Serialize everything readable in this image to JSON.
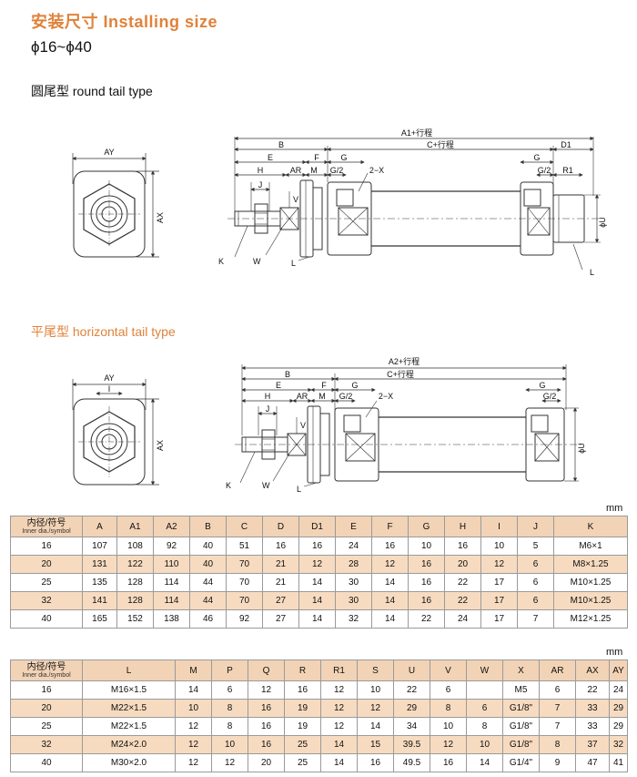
{
  "title": "安装尺寸 Installing size",
  "size_range": "ϕ16~ϕ40",
  "sections": {
    "round": "圆尾型 round tail type",
    "horizontal": "平尾型 horizontal tail type"
  },
  "drawing_labels": {
    "AY": "AY",
    "AX": "AX",
    "I": "I",
    "A1": "A1+行程",
    "A2": "A2+行程",
    "C": "C+行程",
    "B": "B",
    "D1": "D1",
    "E": "E",
    "F": "F",
    "H": "H",
    "J": "J",
    "AR": "AR",
    "M": "M",
    "G": "G",
    "G2": "G/2",
    "X": "2−X",
    "R1": "R1",
    "U": "ϕU",
    "V": "V",
    "K": "K",
    "W": "W",
    "L": "L"
  },
  "unit": "mm",
  "table1": {
    "symbol_label": "内径/符号",
    "symbol_label_en": "Inner dia./symbol",
    "headers": [
      "A",
      "A1",
      "A2",
      "B",
      "C",
      "D",
      "D1",
      "E",
      "F",
      "G",
      "H",
      "I",
      "J",
      "K"
    ],
    "rows": [
      [
        "16",
        "107",
        "108",
        "92",
        "40",
        "51",
        "16",
        "16",
        "24",
        "16",
        "10",
        "16",
        "10",
        "5",
        "M6×1"
      ],
      [
        "20",
        "131",
        "122",
        "110",
        "40",
        "70",
        "21",
        "12",
        "28",
        "12",
        "16",
        "20",
        "12",
        "6",
        "M8×1.25"
      ],
      [
        "25",
        "135",
        "128",
        "114",
        "44",
        "70",
        "21",
        "14",
        "30",
        "14",
        "16",
        "22",
        "17",
        "6",
        "M10×1.25"
      ],
      [
        "32",
        "141",
        "128",
        "114",
        "44",
        "70",
        "27",
        "14",
        "30",
        "14",
        "16",
        "22",
        "17",
        "6",
        "M10×1.25"
      ],
      [
        "40",
        "165",
        "152",
        "138",
        "46",
        "92",
        "27",
        "14",
        "32",
        "14",
        "22",
        "24",
        "17",
        "7",
        "M12×1.25"
      ]
    ]
  },
  "table2": {
    "symbol_label": "内径/符号",
    "symbol_label_en": "Inner dia./symbol",
    "headers": [
      "L",
      "M",
      "P",
      "Q",
      "R",
      "R1",
      "S",
      "U",
      "V",
      "W",
      "X",
      "AR",
      "AX",
      "AY"
    ],
    "rows": [
      [
        "16",
        "M16×1.5",
        "14",
        "6",
        "12",
        "16",
        "12",
        "10",
        "22",
        "6",
        "",
        "M5",
        "6",
        "22",
        "24"
      ],
      [
        "20",
        "M22×1.5",
        "10",
        "8",
        "16",
        "19",
        "12",
        "12",
        "29",
        "8",
        "6",
        "G1/8\"",
        "7",
        "33",
        "29"
      ],
      [
        "25",
        "M22×1.5",
        "12",
        "8",
        "16",
        "19",
        "12",
        "14",
        "34",
        "10",
        "8",
        "G1/8\"",
        "7",
        "33",
        "29"
      ],
      [
        "32",
        "M24×2.0",
        "12",
        "10",
        "16",
        "25",
        "14",
        "15",
        "39.5",
        "12",
        "10",
        "G1/8\"",
        "8",
        "37",
        "32"
      ],
      [
        "40",
        "M30×2.0",
        "12",
        "12",
        "20",
        "25",
        "14",
        "16",
        "49.5",
        "16",
        "14",
        "G1/4\"",
        "9",
        "47",
        "41"
      ]
    ]
  }
}
